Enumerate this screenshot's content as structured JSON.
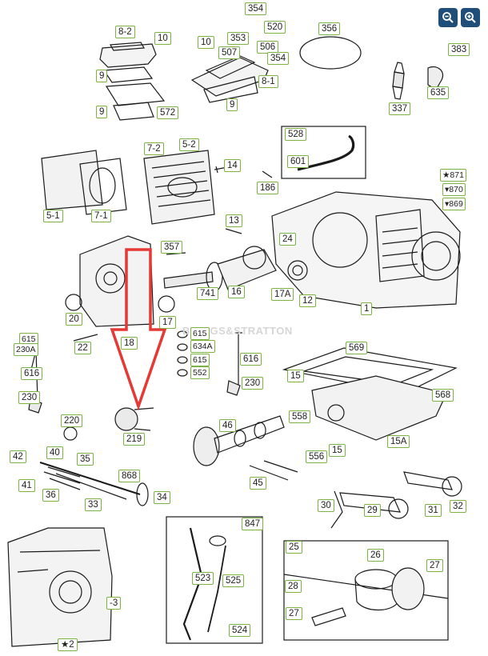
{
  "watermark": "BRIGGS&STRATTON",
  "controls": {
    "zoom_out_icon": "zoom-out-icon",
    "zoom_in_icon": "zoom-in-icon"
  },
  "colors": {
    "label_border": "#7cb342",
    "highlight_arrow": "#e53935",
    "zoom_button": "#1f4e79"
  },
  "parts": {
    "p354a": "354",
    "p520": "520",
    "p356": "356",
    "p8_2": "8-2",
    "p10a": "10",
    "p10b": "10",
    "p353": "353",
    "p506": "506",
    "p507": "507",
    "p354b": "354",
    "p383": "383",
    "p9a": "9",
    "p8_1": "8-1",
    "p9b": "9",
    "p9c": "9",
    "p572": "572",
    "p337": "337",
    "p635": "635",
    "p528": "528",
    "p601": "601",
    "p7_2": "7-2",
    "p5_2": "5-2",
    "p14": "14",
    "p186": "186",
    "p871": "★871",
    "p870": "▾870",
    "p869": "▾869",
    "p5_1": "5-1",
    "p7_1": "7-1",
    "p13": "13",
    "p24": "24",
    "p357": "357",
    "p741": "741",
    "p16": "16",
    "p17A": "17A",
    "p12": "12",
    "p1": "1",
    "p20": "20",
    "p17": "17",
    "p18": "18",
    "p615a": "615",
    "p230A": "230A",
    "p22": "22",
    "p615b": "615",
    "p634A": "634A",
    "p615c": "615",
    "p552": "552",
    "p616a": "616",
    "p616b": "616",
    "p230a": "230",
    "p230b": "230",
    "p569": "569",
    "p15a": "15",
    "p568": "568",
    "p220": "220",
    "p46": "46",
    "p558": "558",
    "p219": "219",
    "p556": "556",
    "p15b": "15",
    "p15A": "15A",
    "p42": "42",
    "p40": "40",
    "p35": "35",
    "p41": "41",
    "p36": "36",
    "p868": "868",
    "p34": "34",
    "p33": "33",
    "p45": "45",
    "p30": "30",
    "p29": "29",
    "p31": "31",
    "p32": "32",
    "p847": "847",
    "p25": "25",
    "p26": "26",
    "p27a": "27",
    "p28": "28",
    "p27b": "27",
    "p523": "523",
    "p525": "525",
    "p524": "524",
    "p3": "-3",
    "p2": "★2"
  }
}
